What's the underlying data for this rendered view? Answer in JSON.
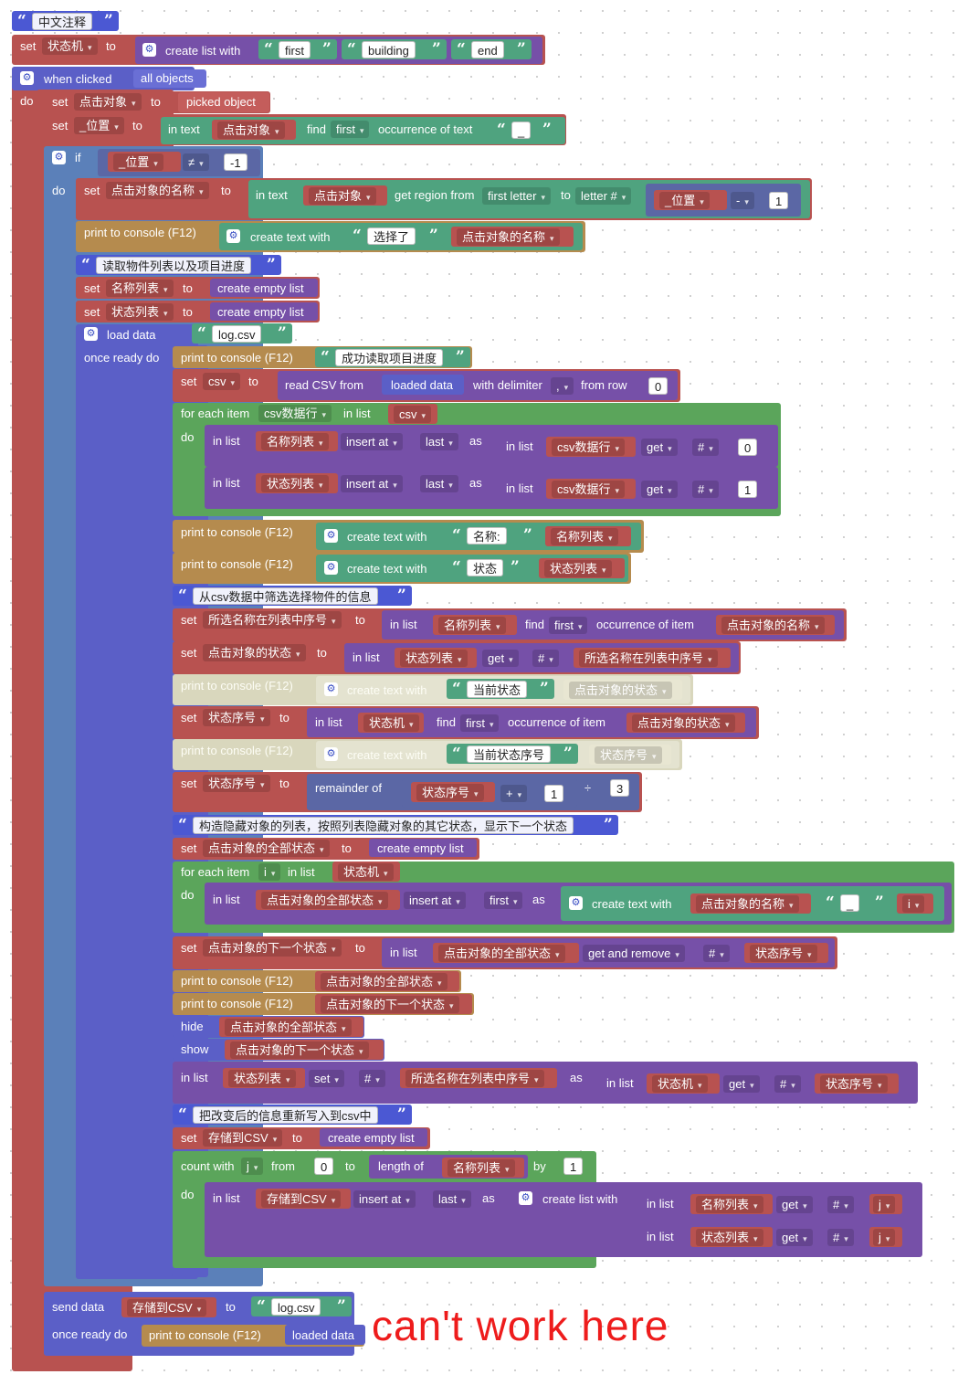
{
  "comments": {
    "chinese_note": "中文注释",
    "read_items": "读取物件列表以及项目进度",
    "filter_csv": "从csv数据中筛选选择物件的信息",
    "build_hidden": "构造隐藏对象的列表，按照列表隐藏对象的其它状态，显示下一个状态",
    "rewrite_csv": "把改变后的信息重新写入到csv中"
  },
  "keywords": {
    "set": "set",
    "to": "to",
    "do": "do",
    "if": "if",
    "when_clicked": "when clicked",
    "all_objects": "all objects",
    "create_list_with": "create list with",
    "picked_object": "picked object",
    "in_text": "in text",
    "find": "find",
    "occurrence_of_text": "occurrence of text",
    "get_region_from": "get region from",
    "first_letter": "first letter",
    "letter_hash": "letter #",
    "print_console": "print to console (F12)",
    "create_text_with": "create text with",
    "create_empty_list": "create empty list",
    "load_data": "load data",
    "once_ready_do": "once ready do",
    "read_csv_from": "read CSV from",
    "loaded_data": "loaded data",
    "with_delimiter": "with delimiter",
    "from_row": "from row",
    "for_each_item": "for each item",
    "in_list": "in list",
    "insert_at": "insert at",
    "last": "last",
    "as": "as",
    "get": "get",
    "hash": "#",
    "occurrence_of_item": "occurrence of item",
    "remainder_of": "remainder of",
    "plus": "+",
    "minus": "-",
    "divide": "÷",
    "neq": "≠",
    "first": "first",
    "get_and_remove": "get and remove",
    "hide": "hide",
    "show": "show",
    "count_with": "count with",
    "from": "from",
    "length_of": "length of",
    "by": "by",
    "send_data": "send data",
    "comma": ","
  },
  "vars": {
    "state_machine": "状态机",
    "clicked_obj": "点击对象",
    "position": "_位置",
    "clicked_name": "点击对象的名称",
    "name_list": "名称列表",
    "state_list": "状态列表",
    "csv": "csv",
    "csv_row": "csv数据行",
    "selected_index": "所选名称在列表中序号",
    "clicked_state": "点击对象的状态",
    "state_index": "状态序号",
    "all_states": "点击对象的全部状态",
    "next_state": "点击对象的下一个状态",
    "store_csv": "存储到CSV",
    "i": "i",
    "j": "j"
  },
  "strings": {
    "first": "first",
    "building": "building",
    "end": "end",
    "underscore": "_",
    "selected": "选择了",
    "log_csv": "log.csv",
    "read_success": "成功读取项目进度",
    "name_colon": "名称:",
    "state": "状态",
    "current_state": "当前状态",
    "current_state_index": "当前状态序号"
  },
  "numbers": {
    "neg1": "-1",
    "n0": "0",
    "n1": "1",
    "n3": "3"
  },
  "annotation": "can't work here",
  "colors": {
    "variables": "#b85250",
    "events": "#5b5fc7",
    "control": "#5b80b9",
    "text": "#4fa37f",
    "lists": "#7650a8",
    "logic": "#5b67a5",
    "math": "#5b67a5",
    "console": "#b58b4e",
    "loops": "#5ba55b",
    "note": "#ee1c1c"
  }
}
